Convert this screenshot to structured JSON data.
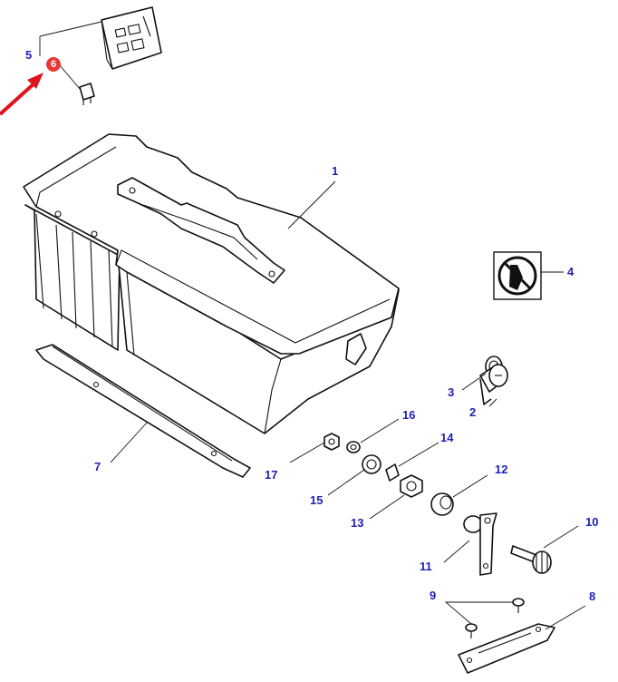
{
  "colors": {
    "callout_text": "#1f1fb4",
    "highlight_badge": "#e53935",
    "arrow": "#e0141c",
    "line": "#111111"
  },
  "callouts": {
    "c1": "1",
    "c2": "2",
    "c3": "3",
    "c4": "4",
    "c5": "5",
    "c6": "6",
    "c7": "7",
    "c8": "8",
    "c9": "9",
    "c10": "10",
    "c11": "11",
    "c12": "12",
    "c13": "13",
    "c14": "14",
    "c15": "15",
    "c16": "16",
    "c17": "17"
  },
  "icons": {
    "decal": "no-hand-symbol-icon",
    "pointer": "red-arrow-icon"
  }
}
